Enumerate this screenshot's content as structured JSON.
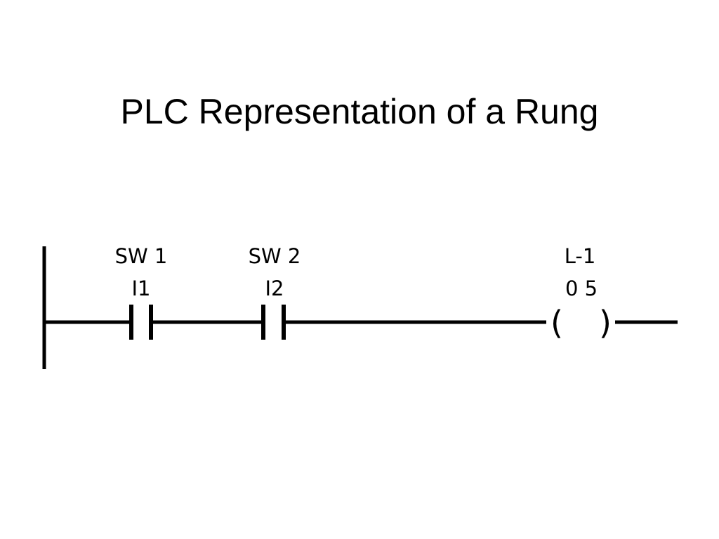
{
  "title": "PLC Representation of a Rung",
  "rung": {
    "contacts": [
      {
        "name": "SW 1",
        "address": "I1"
      },
      {
        "name": "SW 2",
        "address": "I2"
      }
    ],
    "coil": {
      "name": "L-1",
      "address": "0 5",
      "open": "(",
      "close": ")"
    }
  },
  "colors": {
    "line": "#000000",
    "background": "#ffffff"
  }
}
